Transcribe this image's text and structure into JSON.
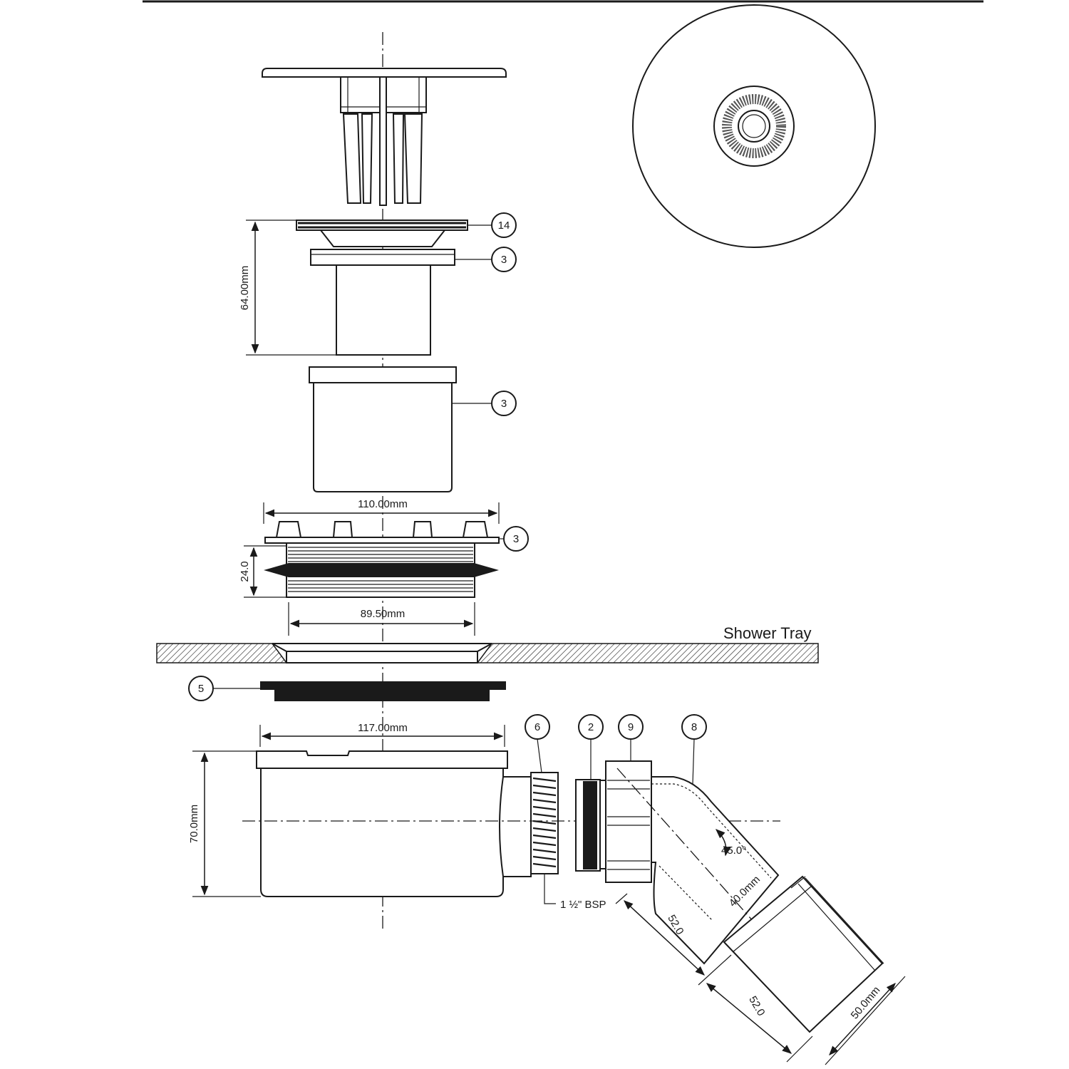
{
  "labels": {
    "shower_tray": "Shower Tray",
    "bsp": "1 ½\" BSP"
  },
  "dimensions": {
    "d64": "64.00mm",
    "d110": "110.00mm",
    "d24": "24.0",
    "d89": "89.50mm",
    "d117": "117.00mm",
    "d70": "70.0mm",
    "angle": "45.0°",
    "d40": "40.0mm",
    "d52a": "52.0",
    "d52b": "52.0",
    "d50": "50.0mm"
  },
  "callouts": {
    "c14": "14",
    "c3a": "3",
    "c3b": "3",
    "c3c": "3",
    "c5": "5",
    "c6": "6",
    "c2": "2",
    "c9": "9",
    "c8": "8"
  },
  "colors": {
    "line": "#1a1a1a",
    "background": "#ffffff"
  }
}
